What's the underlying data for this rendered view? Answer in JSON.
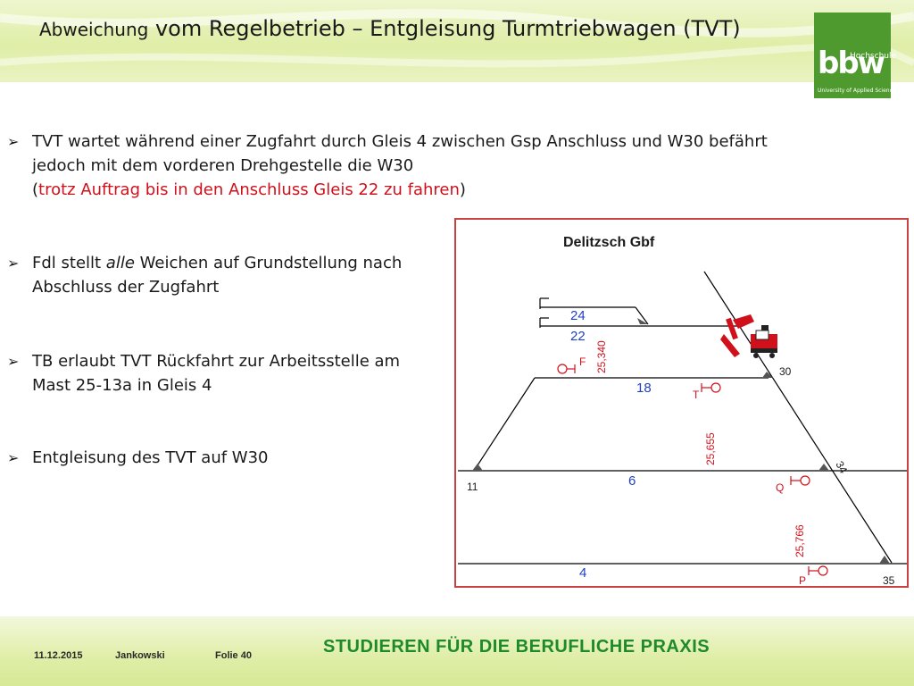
{
  "header": {
    "title_part1": "Abweichung",
    "title_part2": " vom Regelbetrieb – Entgleisung Turmtriebwagen (TVT)"
  },
  "logo": {
    "name": "bbw",
    "hochschule": "Hochschule",
    "subtitle": "University of Applied Sciences"
  },
  "bullets": [
    {
      "line1": "TVT wartet während einer Zugfahrt durch Gleis 4 zwischen Gsp Anschluss und W30 befährt",
      "line2": "jedoch mit dem vorderen Drehgestelle die W30",
      "line3_open": "(",
      "line3_red": "trotz Auftrag bis in den Anschluss Gleis 22 zu fahren",
      "line3_close": ")"
    },
    {
      "line1_pre": "Fdl stellt ",
      "line1_italic": "alle",
      "line1_post": " Weichen auf Grundstellung nach",
      "line2": "Abschluss der Zugfahrt"
    },
    {
      "line1": "TB erlaubt TVT Rückfahrt zur Arbeitsstelle am",
      "line2": "Mast 25-13a in Gleis 4"
    },
    {
      "line1": "Entgleisung des TVT auf W30"
    }
  ],
  "diagram": {
    "station": "Delitzsch Gbf",
    "tracks": {
      "t24": "24",
      "t22": "22",
      "t18": "18",
      "t6": "6",
      "t4": "4"
    },
    "switches": {
      "w11": "11",
      "w30": "30",
      "w34": "34",
      "w35": "35"
    },
    "signals": {
      "f": "F",
      "t": "T",
      "q": "Q",
      "p": "P"
    },
    "km": {
      "k1": "25,340",
      "k2": "25,655",
      "k3": "25,766"
    },
    "colors": {
      "track_label": "#2040c0",
      "km_label": "#d0101b",
      "line": "#000000"
    }
  },
  "footer": {
    "date": "11.12.2015",
    "author": "Jankowski",
    "slide": "Folie 40",
    "tagline": "STUDIEREN FÜR DIE BERUFLICHE PRAXIS"
  },
  "colors": {
    "accent_green": "#4f9a2e",
    "tagline_green": "#1f8a2a",
    "red": "#d0101b"
  }
}
